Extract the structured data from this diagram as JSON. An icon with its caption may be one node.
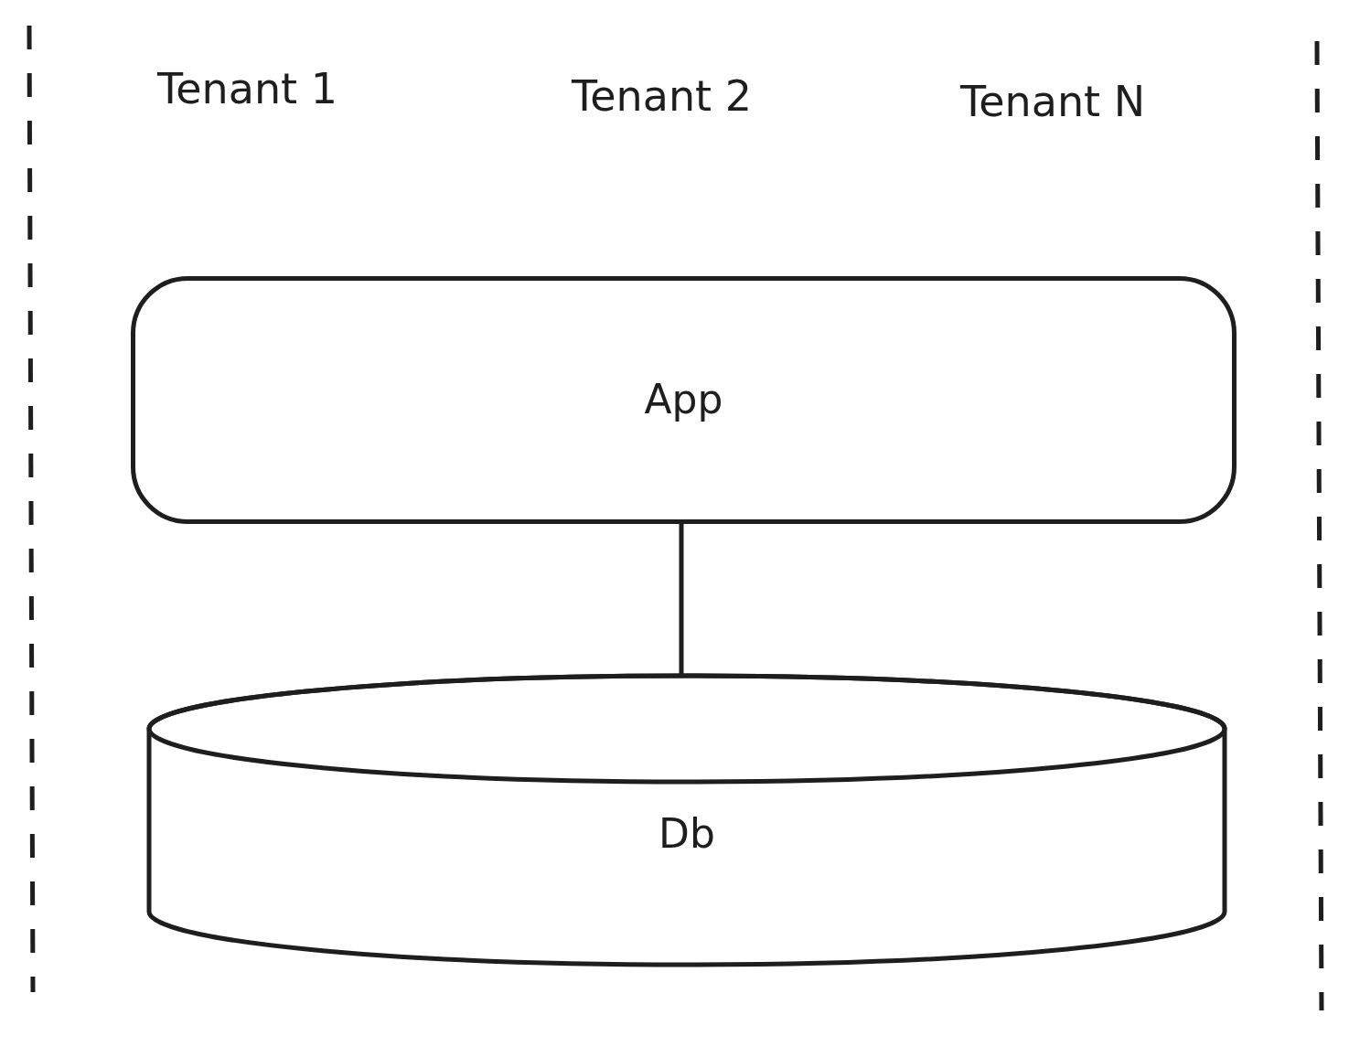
{
  "diagram": {
    "nodes": [
      {
        "text": [
          "App"
        ]
      },
      {
        "text": [
          "Db"
        ]
      }
    ],
    "edges": [
      {
        "from": 0,
        "to": 1,
        "arrow": "none"
      }
    ],
    "labels": [
      "Tenant 1",
      "Tenant 2",
      "Tenant N"
    ]
  }
}
